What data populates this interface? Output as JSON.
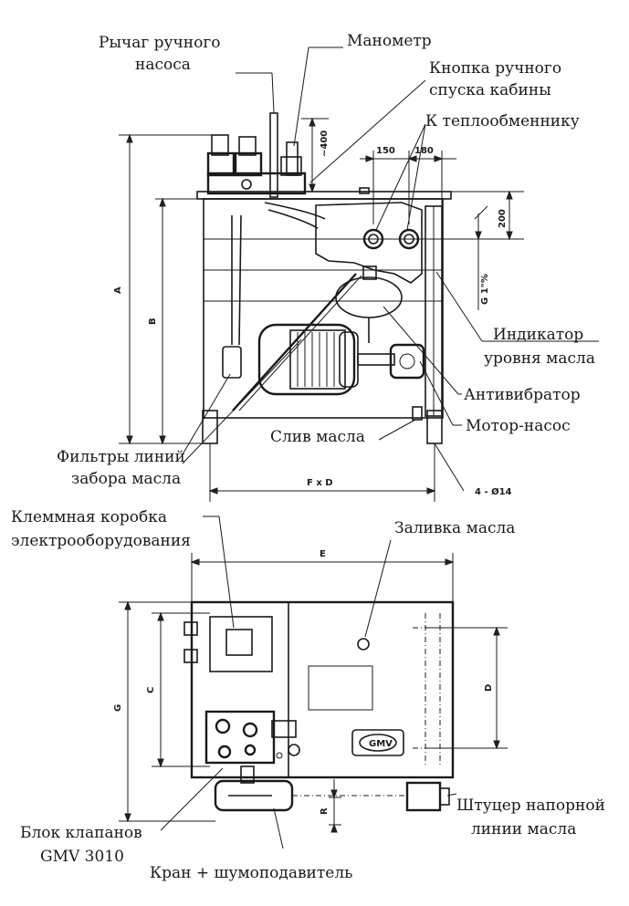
{
  "labels": {
    "hand_pump_lever_1": "Рычаг ручного",
    "hand_pump_lever_2": "насоса",
    "manometer": "Манометр",
    "manual_descent_1": "Кнопка ручного",
    "manual_descent_2": "спуска кабины",
    "to_heat_exchanger": "К теплообменнику",
    "oil_level_1": "Индикатор",
    "oil_level_2": "уровня масла",
    "antivibrator": "Антивибратор",
    "motor_pump": "Мотор-насос",
    "oil_drain": "Слив масла",
    "suction_filters_1": "Фильтры линий",
    "suction_filters_2": "забора масла",
    "terminal_box_1": "Клеммная коробка",
    "terminal_box_2": "электрооборудования",
    "oil_fill": "Заливка масла",
    "valve_block_1": "Блок клапанов",
    "valve_block_2": "GMV 3010",
    "pressure_fitting_1": "Штуцер напорной",
    "pressure_fitting_2": "линии масла",
    "valve_silencer": "Кран + шумоподавитель"
  },
  "dimensions": {
    "top_400": "~400",
    "w150": "150",
    "w180": "180",
    "h200": "200",
    "thread": "G 1\"%",
    "A": "A",
    "B": "B",
    "FxD": "F x D",
    "holes": "4 - Ø14",
    "E": "E",
    "G": "G",
    "C": "C",
    "D": "D",
    "R": "R",
    "logo": "GMV"
  },
  "colors": {
    "ink": "#1a1a1a",
    "gray": "#bdbdbd",
    "dark": "#6a6a6a"
  }
}
